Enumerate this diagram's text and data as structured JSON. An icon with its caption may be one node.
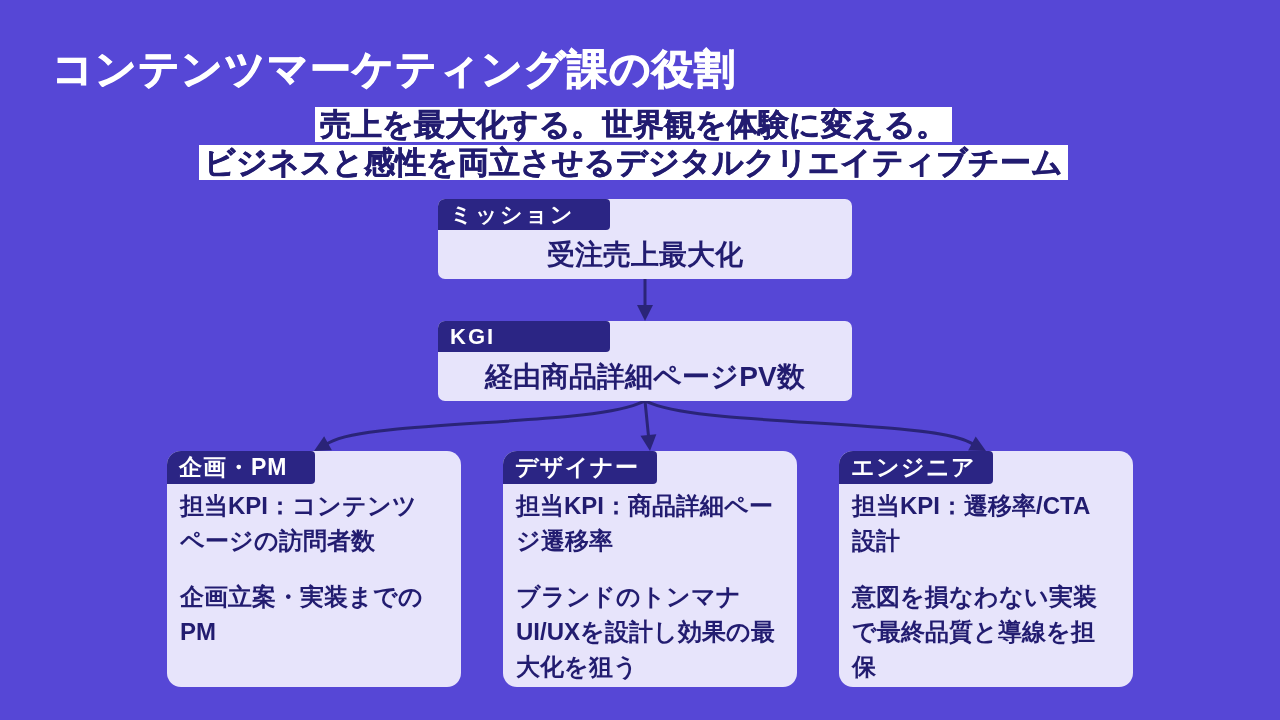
{
  "diagram": {
    "title": "コンテンツマーケティング課の役割",
    "nodes": [
      {
        "text": [
          "ミッション",
          "受注売上最大化"
        ]
      },
      {
        "text": [
          "KGI",
          "経由商品詳細ページPV数"
        ]
      },
      {
        "text": [
          "企画・PM",
          "担当KPI：コンテンツページの訪問者数",
          "企画立案・実装までのPM"
        ]
      },
      {
        "text": [
          "デザイナー",
          "担当KPI：商品詳細ページ遷移率",
          "ブランドのトンマナUI/UXを設計し効果の最大化を狙う"
        ]
      },
      {
        "text": [
          "エンジニア",
          "担当KPI：遷移率/CTA設計",
          "意図を損なわない実装で最終品質と導線を担保"
        ]
      }
    ],
    "edges": [
      {
        "from": 0,
        "to": 1,
        "arrow": "to"
      },
      {
        "from": 1,
        "to": 2,
        "arrow": "to"
      },
      {
        "from": 1,
        "to": 3,
        "arrow": "to"
      },
      {
        "from": 1,
        "to": 4,
        "arrow": "to"
      }
    ],
    "labels": [
      "売上を最大化する。世界観を体験に変える。",
      "ビジネスと感性を両立させるデジタルクリエイティブチーム"
    ]
  }
}
